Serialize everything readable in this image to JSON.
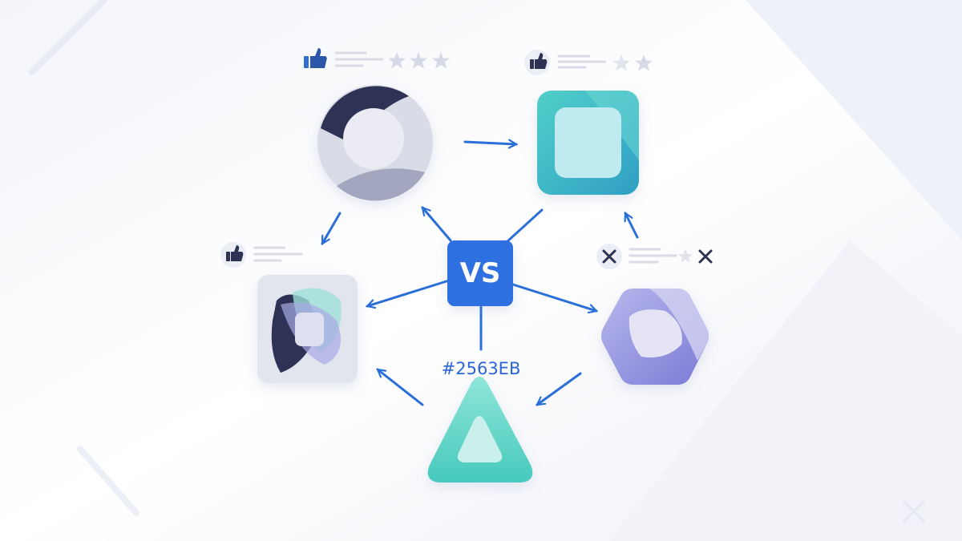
{
  "center": {
    "label": "VS",
    "color_caption": "#2563EB"
  },
  "colors": {
    "accent": "#2563EB",
    "teal": "#3fb7c9",
    "purple": "#8f8fdc",
    "navy": "#2e3354",
    "mint": "#5fd6c5"
  },
  "nodes": [
    {
      "shape": "circle",
      "rating": {
        "icon": "thumbs-up-icon",
        "stars": 3
      }
    },
    {
      "shape": "rounded-square-teal",
      "rating": {
        "icon": "thumbs-up-icon",
        "stars": 2
      }
    },
    {
      "shape": "rounded-square-gray",
      "rating": {
        "icon": "thumbs-up-icon",
        "stars": 0
      }
    },
    {
      "shape": "hexagon",
      "rating": {
        "icon": "x-icon",
        "stars": 1
      }
    },
    {
      "shape": "triangle",
      "rating": null
    }
  ]
}
